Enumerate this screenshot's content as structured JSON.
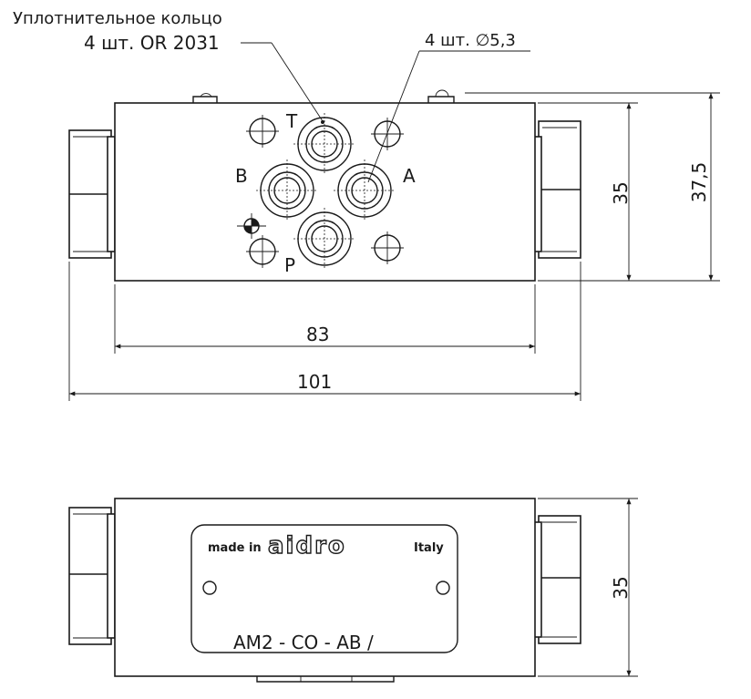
{
  "top_view": {
    "seal_label": "Уплотнительное кольцо",
    "seal_spec": "4 шт. OR 2031",
    "holes_label": "4 шт. ∅5,3",
    "ports": {
      "T": "T",
      "A": "A",
      "B": "B",
      "P": "P"
    },
    "dims": {
      "height_body": "35",
      "height_total": "37,5",
      "len_body": "83",
      "len_total": "101"
    }
  },
  "bottom_view": {
    "plate_made_in": "made in",
    "plate_brand": "aidro",
    "plate_country": "Italy",
    "plate_model": "AM2 - CO - AB /",
    "dims": {
      "height": "35"
    }
  }
}
